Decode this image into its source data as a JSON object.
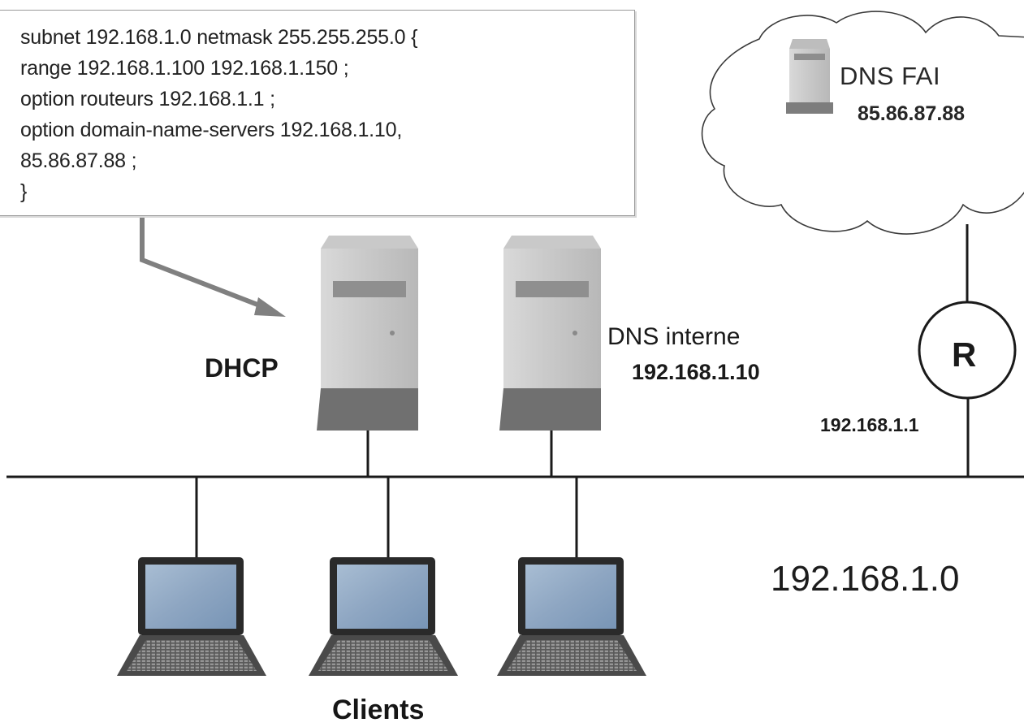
{
  "config": {
    "lines": [
      "subnet 192.168.1.0 netmask 255.255.255.0 {",
      "range 192.168.1.100 192.168.1.150 ;",
      "option routeurs 192.168.1.1 ;",
      "option domain-name-servers 192.168.1.10,",
      "85.86.87.88 ;",
      "}"
    ]
  },
  "servers": {
    "dhcp": {
      "label": "DHCP"
    },
    "dns_internal": {
      "label": "DNS interne",
      "ip": "192.168.1.10"
    },
    "dns_isp": {
      "label": "DNS FAI",
      "ip": "85.86.87.88"
    }
  },
  "router": {
    "letter": "R",
    "ip": "192.168.1.1"
  },
  "network": {
    "address": "192.168.1.0"
  },
  "clients": {
    "label": "Clients"
  },
  "colors": {
    "line": "#1a1a1a",
    "server_body": "#c7c7c7",
    "server_dark": "#7d7d7d",
    "screen": "#8ea6c2",
    "laptop_frame": "#2a2a2a"
  }
}
